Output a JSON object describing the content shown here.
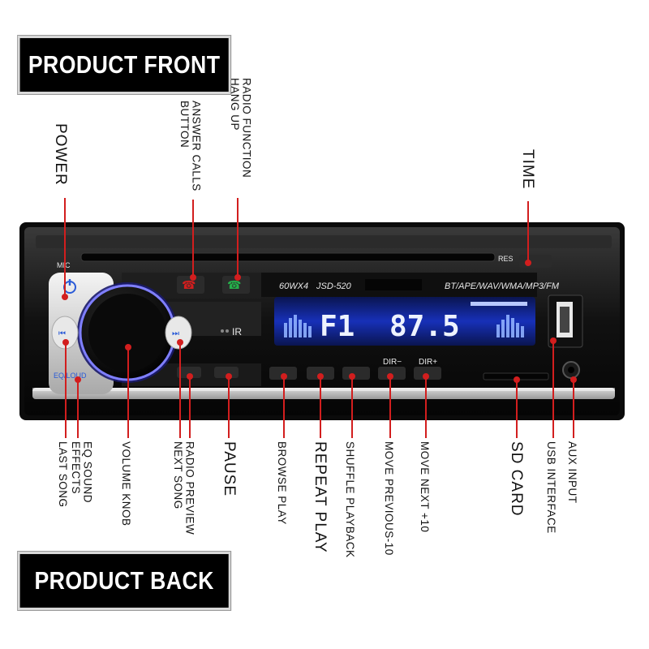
{
  "banners": {
    "front": "PRODUCT FRONT",
    "back": "PRODUCT BACK"
  },
  "device": {
    "model_power": "60WX4",
    "model_name": "JSD-520",
    "formats": "BT/APE/WAV/WMA/MP3/FM",
    "mic": "MIC",
    "res": "RES",
    "eq_loud": "EQ/LOUD",
    "ir": "IR",
    "display_band": "F1",
    "display_freq": "87.5",
    "dir_minus": "DIR−",
    "dir_plus": "DIR+",
    "accent_color": "#d21e1e",
    "panel_color": "#141414",
    "lcd_color": "#2f57ff"
  },
  "labels": {
    "power": "POWER",
    "answer_calls": "ANSWER CALLS\nBUTTON",
    "radio_function": "RADIO FUNCTION\nHANG UP",
    "time": "TIME",
    "last_song": "LAST SONG",
    "eq_sound": "EQ SOUND\nEFFECTS",
    "volume_knob": "VOLUME KNOB",
    "radio_preview": "RADIO PREVIEW\nNEXT SONG",
    "pause": "PAUSE",
    "browse_play": "BROWSE PLAY",
    "repeat_play": "REPEAT PLAY",
    "shuffle_playback": "SHUFFLE PLAYBACK",
    "move_previous": "MOVE PREVIOUS-10",
    "move_next": "MOVE NEXT +10",
    "sd_card": "SD CARD",
    "usb_interface": "USB INTERFACE",
    "aux_input": "AUX INPUT"
  }
}
